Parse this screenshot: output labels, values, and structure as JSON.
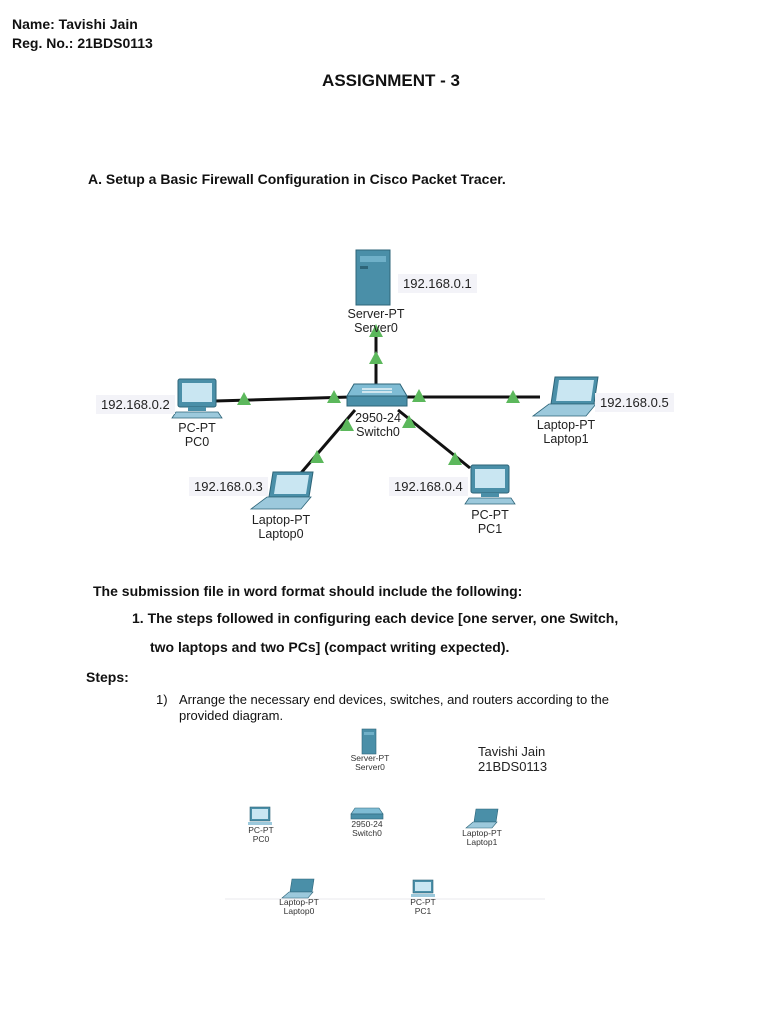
{
  "header": {
    "name_line": "Name: Tavishi Jain",
    "reg_line": "Reg. No.: 21BDS0113"
  },
  "title": "ASSIGNMENT - 3",
  "section_a": "A. Setup a Basic Firewall Configuration in Cisco Packet Tracer.",
  "topology": {
    "server": {
      "type": "Server-PT",
      "name": "Server0",
      "ip": "192.168.0.1"
    },
    "switch": {
      "type": "2950-24",
      "name": "Switch0"
    },
    "pc0": {
      "type": "PC-PT",
      "name": "PC0",
      "ip": "192.168.0.2"
    },
    "laptop0": {
      "type": "Laptop-PT",
      "name": "Laptop0",
      "ip": "192.168.0.3"
    },
    "pc1": {
      "type": "PC-PT",
      "name": "PC1",
      "ip": "192.168.0.4"
    },
    "laptop1": {
      "type": "Laptop-PT",
      "name": "Laptop1",
      "ip": "192.168.0.5"
    }
  },
  "requirements": {
    "intro": "The submission file in word format should include the following:",
    "item1_line1": "1.  The steps followed in configuring each device [one server, one Switch,",
    "item1_line2": "two laptops and two PCs] (compact writing expected)."
  },
  "steps": {
    "heading": "Steps:",
    "step1_num": "1)",
    "step1_line1": "Arrange the necessary end devices, switches, and routers according to the",
    "step1_line2": "provided diagram."
  },
  "small_topology": {
    "server": {
      "type": "Server-PT",
      "name": "Server0"
    },
    "switch": {
      "type": "2950-24",
      "name": "Switch0"
    },
    "pc0": {
      "type": "PC-PT",
      "name": "PC0"
    },
    "laptop1": {
      "type": "Laptop-PT",
      "name": "Laptop1"
    },
    "laptop0": {
      "type": "Laptop-PT",
      "name": "Laptop0"
    },
    "pc1": {
      "type": "PC-PT",
      "name": "PC1"
    },
    "author_name": "Tavishi Jain",
    "author_reg": "21BDS0113"
  },
  "colors": {
    "device_teal": "#4a8fa8",
    "device_light": "#a8d4e6",
    "link_green": "#5cb85c",
    "link_black": "#111111"
  }
}
